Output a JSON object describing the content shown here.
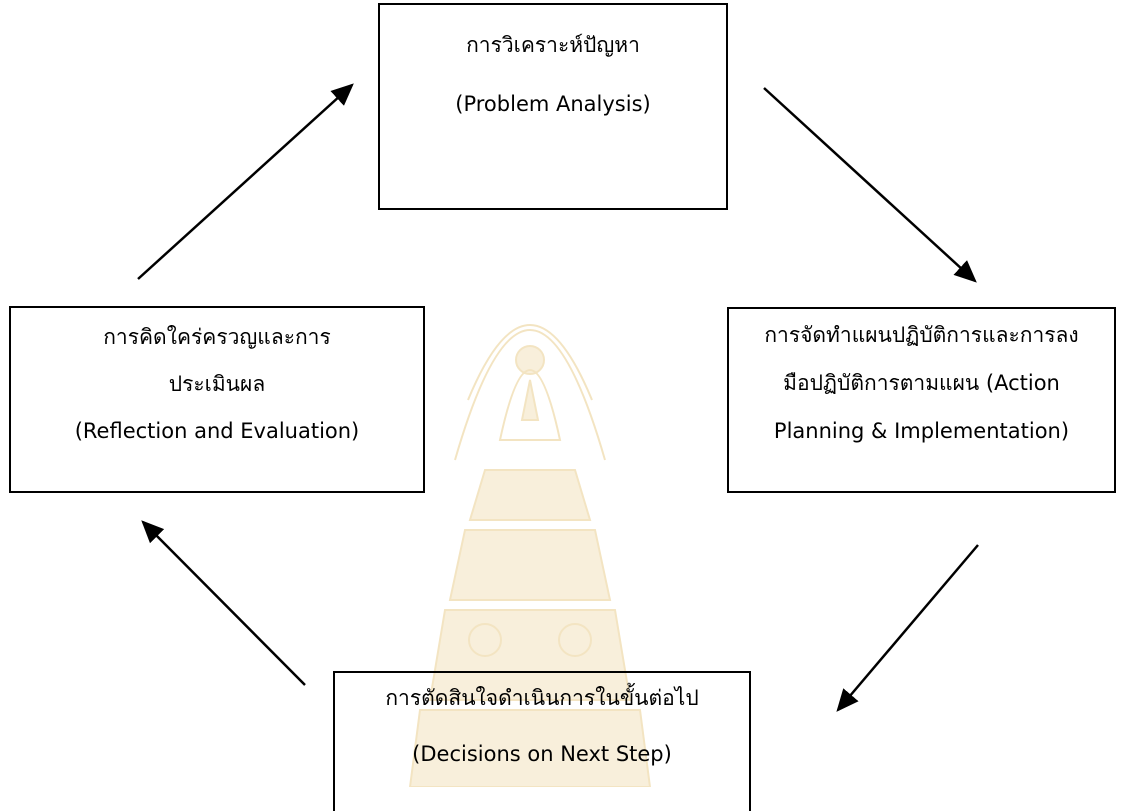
{
  "diagram": {
    "boxes": {
      "problem": {
        "line1": "การวิเคราะห์ปัญหา",
        "line2": "(Problem  Analysis)"
      },
      "action": {
        "line1": "การจัดทำแผนปฏิบัติการและการลง",
        "line2": "มือปฏิบัติการตามแผน (Action",
        "line3": "Planning & Implementation)"
      },
      "reflection": {
        "line1": "การคิดใคร่ครวญและการ",
        "line2": "ประเมินผล",
        "line3": "(Reflection and Evaluation)"
      },
      "decision": {
        "line1": "การตัดสินใจดำเนินการในขั้นต่อไป",
        "line2": "(Decisions on Next Step)"
      }
    },
    "watermark_icon": "university-emblem-icon",
    "colors": {
      "line": "#000000",
      "watermark": "#f3e3b8"
    }
  }
}
